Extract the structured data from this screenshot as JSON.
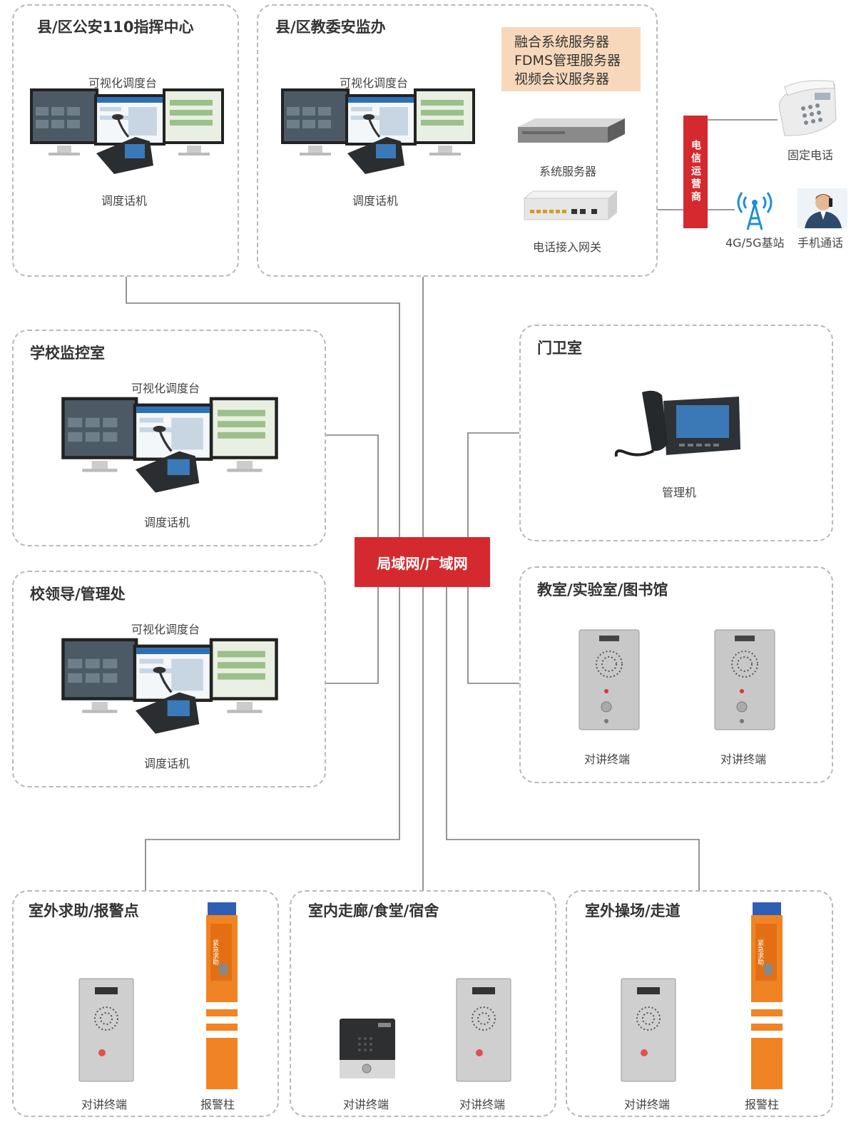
{
  "hub": {
    "label": "局域网/广域网"
  },
  "telco": {
    "label": "电信运营商"
  },
  "panels": {
    "police": {
      "title": "县/区公安110指挥中心",
      "console": "可视化调度台",
      "phone": "调度话机"
    },
    "edu": {
      "title": "县/区教委安监办",
      "console": "可视化调度台",
      "phone": "调度话机",
      "servers": [
        "融合系统服务器",
        "FDMS管理服务器",
        "视频会议服务器"
      ],
      "system_server": "系统服务器",
      "gateway": "电话接入网关"
    },
    "school_monitor": {
      "title": "学校监控室",
      "console": "可视化调度台",
      "phone": "调度话机"
    },
    "leaders": {
      "title": "校领导/管理处",
      "console": "可视化调度台",
      "phone": "调度话机"
    },
    "gate": {
      "title": "门卫室",
      "device": "管理机"
    },
    "classroom": {
      "title": "教室/实验室/图书馆",
      "devices": [
        "对讲终端",
        "对讲终端"
      ]
    },
    "outdoor_help": {
      "title": "室外求助/报警点",
      "devices": [
        "对讲终端",
        "报警柱"
      ]
    },
    "indoor": {
      "title": "室内走廊/食堂/宿舍",
      "devices": [
        "对讲终端",
        "对讲终端"
      ]
    },
    "playground": {
      "title": "室外操场/走道",
      "devices": [
        "对讲终端",
        "报警柱"
      ]
    }
  },
  "external": {
    "fixed_phone": "固定电话",
    "base_station": "4G/5G基站",
    "mobile": "手机通话"
  },
  "pillar_text": "紧急求助",
  "colors": {
    "accent_red": "#d42a2f",
    "server_box": "#f8d8bb",
    "pillar_orange": "#f08424",
    "dashed_border": "#b9b9b9"
  }
}
